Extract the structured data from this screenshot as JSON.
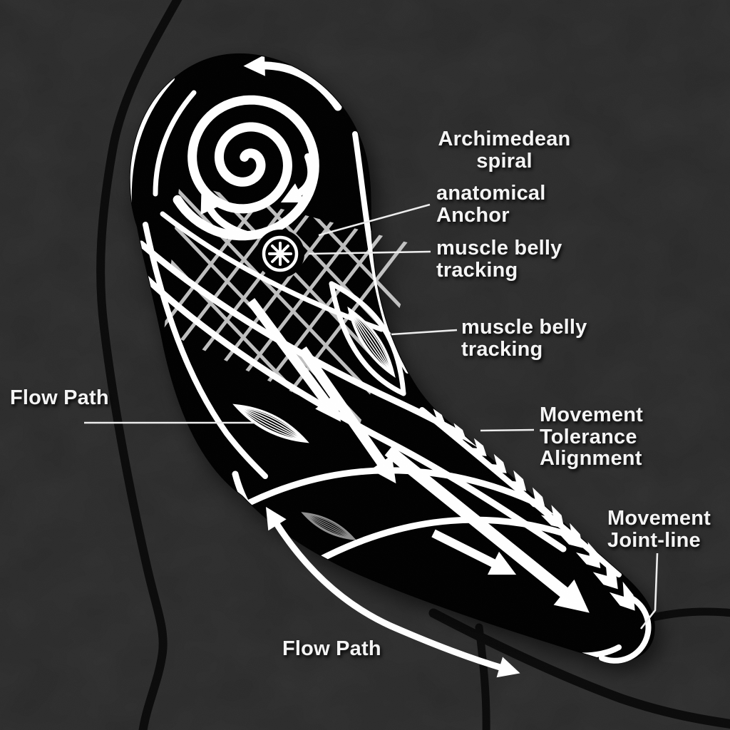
{
  "labels": {
    "archimedean_spiral": [
      "Archimedean",
      "spiral"
    ],
    "anatomical_anchor": [
      "anatomical",
      "Anchor"
    ],
    "muscle_belly_tracking_upper": [
      "muscle belly",
      "tracking"
    ],
    "muscle_belly_tracking_lower": [
      "muscle belly",
      "tracking"
    ],
    "movement_tolerance_alignment": [
      "Movement",
      "Tolerance",
      "Alignment"
    ],
    "movement_joint_line": [
      "Movement",
      "Joint-line"
    ],
    "flow_path_left": [
      "Flow Path"
    ],
    "flow_path_bottom": [
      "Flow Path"
    ]
  },
  "icons": {
    "spiral": "archimedean-spiral-icon",
    "anchor_marker": "anatomical-anchor-asterisk-icon",
    "muscle_spindle": "muscle-spindle-icon",
    "flow_arrow": "flow-arrow-icon",
    "tolerance_dashes": "chevron-dash-line-icon",
    "flow_path_arrow": "flow-path-curved-arrow-icon",
    "joint_arc": "wrist-joint-arc-icon"
  },
  "colors": {
    "background": "#292929",
    "body_contour": "#0a0a0a",
    "arm_fill": "#050505",
    "ink_white": "#ffffff",
    "hatch_gray": "#cfcfcf",
    "label_text": "#f4f4f4",
    "leader_line": "#ededed"
  }
}
